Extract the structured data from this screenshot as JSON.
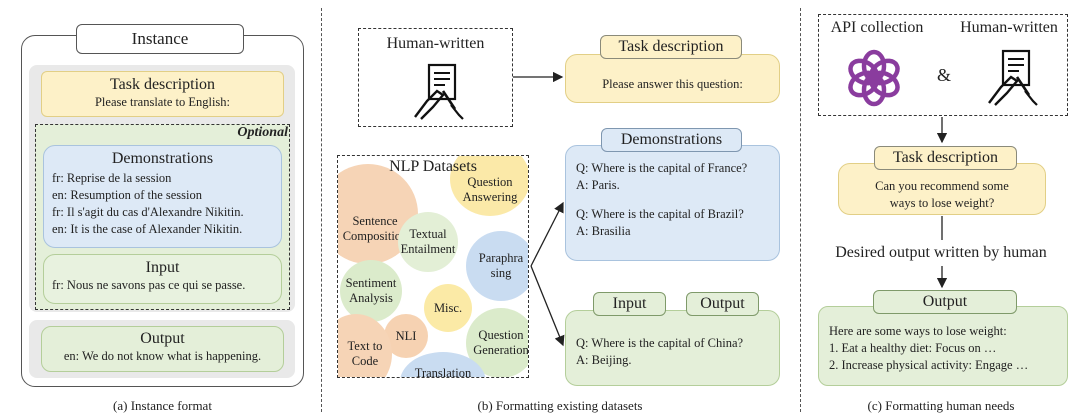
{
  "panel_a": {
    "instance_label": "Instance",
    "task_title": "Task description",
    "task_text": "Please translate to English:",
    "optional_label": "Optional",
    "demo_title": "Demonstrations",
    "demo_lines": [
      "fr: Reprise de la session",
      "en: Resumption of the session",
      "fr: Il s'agit du cas d'Alexandre Nikitin.",
      "en: It is the case of Alexander Nikitin."
    ],
    "input_title": "Input",
    "input_text": "fr: Nous ne savons pas ce qui se passe.",
    "output_title": "Output",
    "output_text": "en: We do not know what is happening.",
    "caption": "(a) Instance format"
  },
  "panel_b": {
    "human_label": "Human-written",
    "datasets_title": "NLP  Datasets",
    "bubbles": [
      "Sentence Composition",
      "Question Answering",
      "Textual Entailment",
      "Paraphra sing",
      "Sentiment Analysis",
      "Misc.",
      "NLI",
      "Text to Code",
      "Question Generation",
      "Translation"
    ],
    "task_title": "Task description",
    "task_text": "Please answer this question:",
    "demo_title": "Demonstrations",
    "demo_q1": "Q: Where is the capital of France?",
    "demo_a1": "A: Paris.",
    "demo_q2": "Q: Where is the capital of Brazil?",
    "demo_a2": "A: Brasilia",
    "input_title": "Input",
    "output_title": "Output",
    "io_q": "Q: Where is the capital of China?",
    "io_a": "A: Beijing.",
    "caption": "(b) Formatting existing datasets"
  },
  "panel_c": {
    "api_label": "API collection",
    "amp": "&",
    "human_label": "Human-written",
    "task_title": "Task description",
    "task_text": "Can you recommend some ways to lose weight?",
    "desired_label": "Desired output written by human",
    "output_title": "Output",
    "output_lines": [
      "Here are some ways to lose weight:",
      "1. Eat a healthy diet: Focus on …",
      "2. Increase physical activity: Engage …"
    ],
    "caption": "(c) Formatting human needs"
  },
  "colors": {
    "yellow": "#fdf1c8",
    "blue": "#dde9f6",
    "green": "#e4efd9",
    "grey": "#e9e9e9",
    "openai_purple": "#8a3c9e"
  }
}
